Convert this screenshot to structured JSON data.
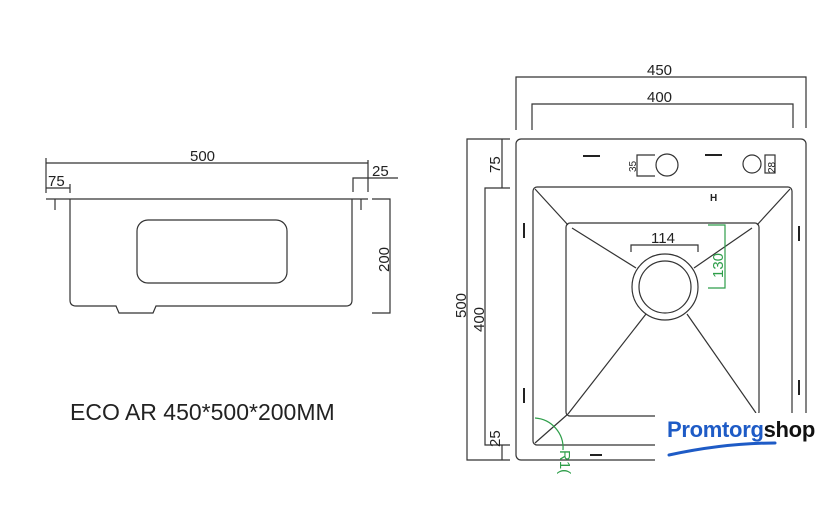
{
  "side_view": {
    "dim_length": "500",
    "dim_left_offset": "75",
    "dim_right_offset": "25",
    "dim_height": "200"
  },
  "title": "ECO AR 450*500*200MM",
  "plan_view": {
    "dim_outer_width": "450",
    "dim_bowl_width": "400",
    "dim_outer_length": "500",
    "dim_bowl_length": "400",
    "dim_top_margin": "75",
    "dim_bottom_margin": "25",
    "dim_tap_hole": "35",
    "dim_small_hole": "28",
    "dim_drain_width": "114",
    "dim_drain_offset": "130",
    "dim_radius": "R1("
  },
  "logo": {
    "part1": "Promtorg",
    "part2": "shop"
  },
  "colors": {
    "accent_green": "#2e9e4a",
    "logo_blue": "#1e5bc6"
  }
}
